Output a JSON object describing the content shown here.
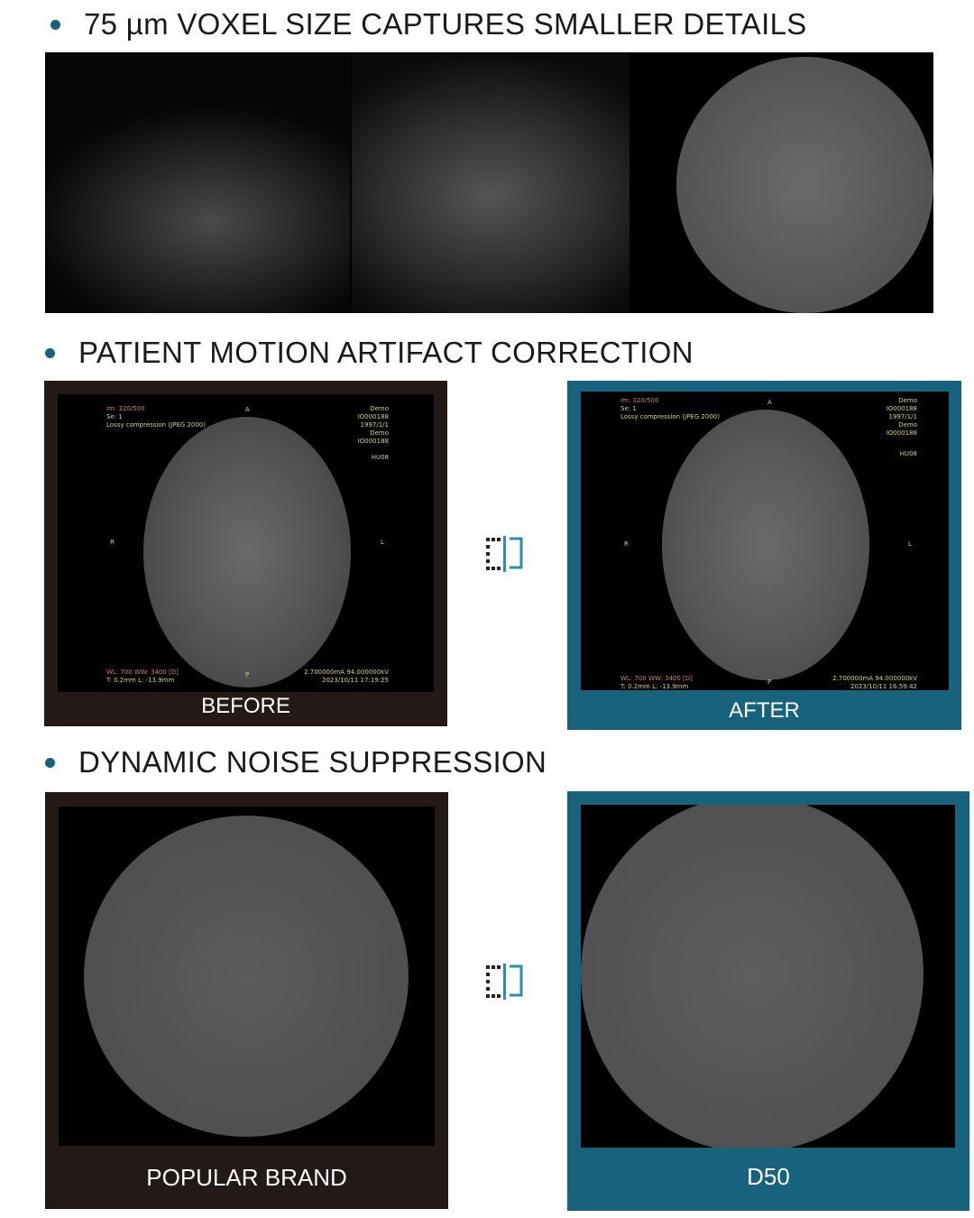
{
  "sections": [
    {
      "title": "75 µm VOXEL SIZE CAPTURES SMALLER DETAILS"
    },
    {
      "title": "PATIENT MOTION ARTIFACT CORRECTION"
    },
    {
      "title": "DYNAMIC NOISE SUPPRESSION"
    }
  ],
  "motion": {
    "before": {
      "caption": "BEFORE",
      "im": "Im: 320/500",
      "se": "Se: 1",
      "comp": "Lossy compression (JPEG 2000)",
      "right": [
        "Demo",
        "IO000188",
        "1997/1/1",
        "Demo",
        "IO000188"
      ],
      "hu": "HU08",
      "a": "A",
      "r": "R",
      "l": "L",
      "p": "P",
      "wl": "WL: 700 WW: 3400 [D]",
      "t": "T: 0.2mm L: -13.9mm",
      "ma": "2.700000mA 94.000000kV",
      "date": "2023/10/11 17:19:25"
    },
    "after": {
      "caption": "AFTER",
      "im": "Im: 320/500",
      "se": "Se: 1",
      "comp": "Lossy compression (JPEG 2000)",
      "right": [
        "Demo",
        "IO000188",
        "1997/1/1",
        "Demo",
        "IO000188"
      ],
      "hu": "HU08",
      "a": "A",
      "r": "R",
      "l": "L",
      "p": "P",
      "wl": "WL: 700 WW: 3400 [D]",
      "t": "T: 0.2mm L: -13.9mm",
      "ma": "2.700000mA 94.000000kV",
      "date": "2023/10/11 16:59:42"
    }
  },
  "noise": {
    "left_caption": "POPULAR BRAND",
    "right_caption": "D50"
  },
  "colors": {
    "accent": "#17627c",
    "dark_frame": "#231a18"
  }
}
